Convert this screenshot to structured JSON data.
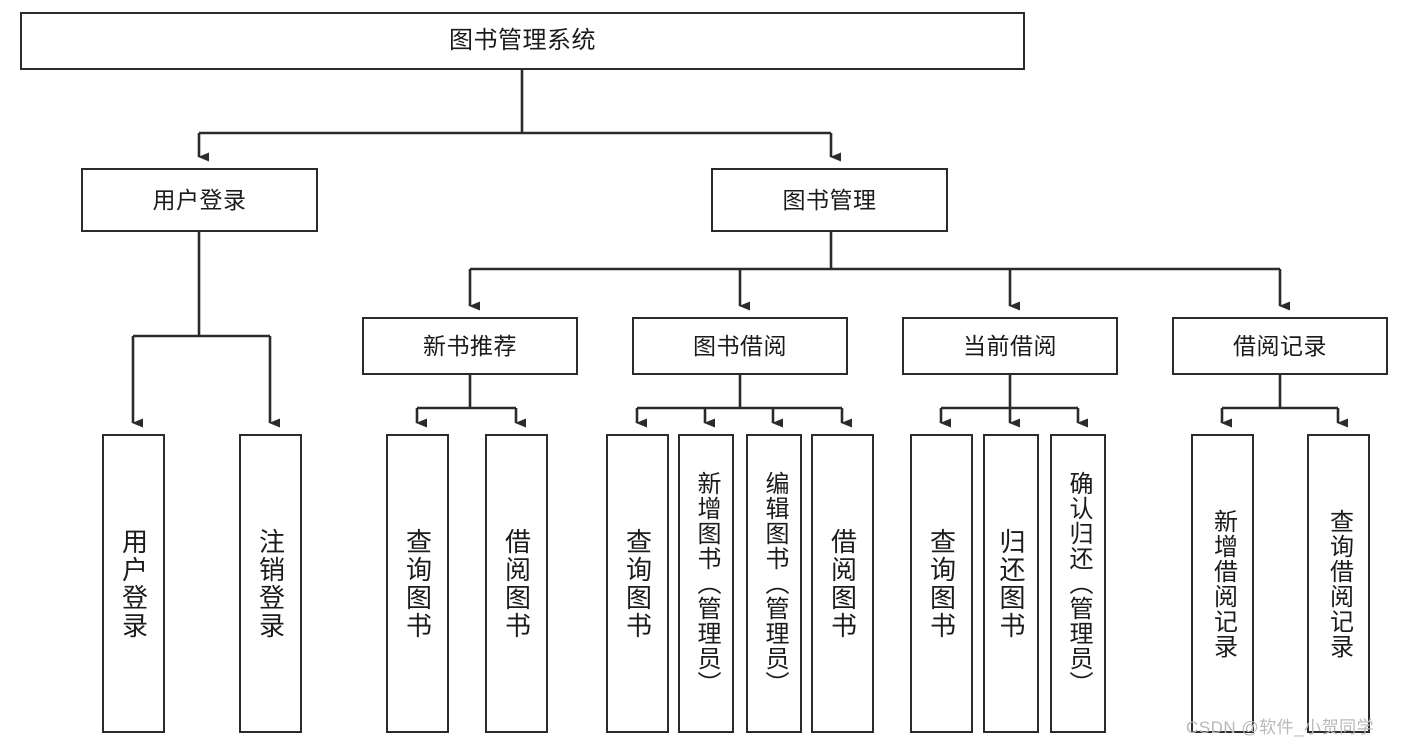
{
  "diagram": {
    "type": "tree-hierarchy",
    "title": "图书管理系统",
    "root": {
      "label": "图书管理系统"
    },
    "level1": [
      {
        "label": "用户登录"
      },
      {
        "label": "图书管理"
      }
    ],
    "level2": [
      {
        "label": "新书推荐"
      },
      {
        "label": "图书借阅"
      },
      {
        "label": "当前借阅"
      },
      {
        "label": "借阅记录"
      }
    ],
    "leaves": {
      "user_login": [
        {
          "label": "用户登录"
        },
        {
          "label": "注销登录"
        }
      ],
      "new_book_recommend": [
        {
          "label": "查询图书"
        },
        {
          "label": "借阅图书"
        }
      ],
      "book_borrow": [
        {
          "label": "查询图书"
        },
        {
          "label": "新增图书（管理员）"
        },
        {
          "label": "编辑图书（管理员）"
        },
        {
          "label": "借阅图书"
        }
      ],
      "current_borrow": [
        {
          "label": "查询图书"
        },
        {
          "label": "归还图书"
        },
        {
          "label": "确认归还（管理员）"
        }
      ],
      "borrow_record": [
        {
          "label": "新增借阅记录"
        },
        {
          "label": "查询借阅记录"
        }
      ]
    },
    "watermark": "CSDN @软件_小贺同学",
    "colors": {
      "stroke": "#2b2b2b",
      "fill": "#ffffff",
      "text": "#1b1b1b",
      "watermark": "#b9b9b9"
    }
  }
}
